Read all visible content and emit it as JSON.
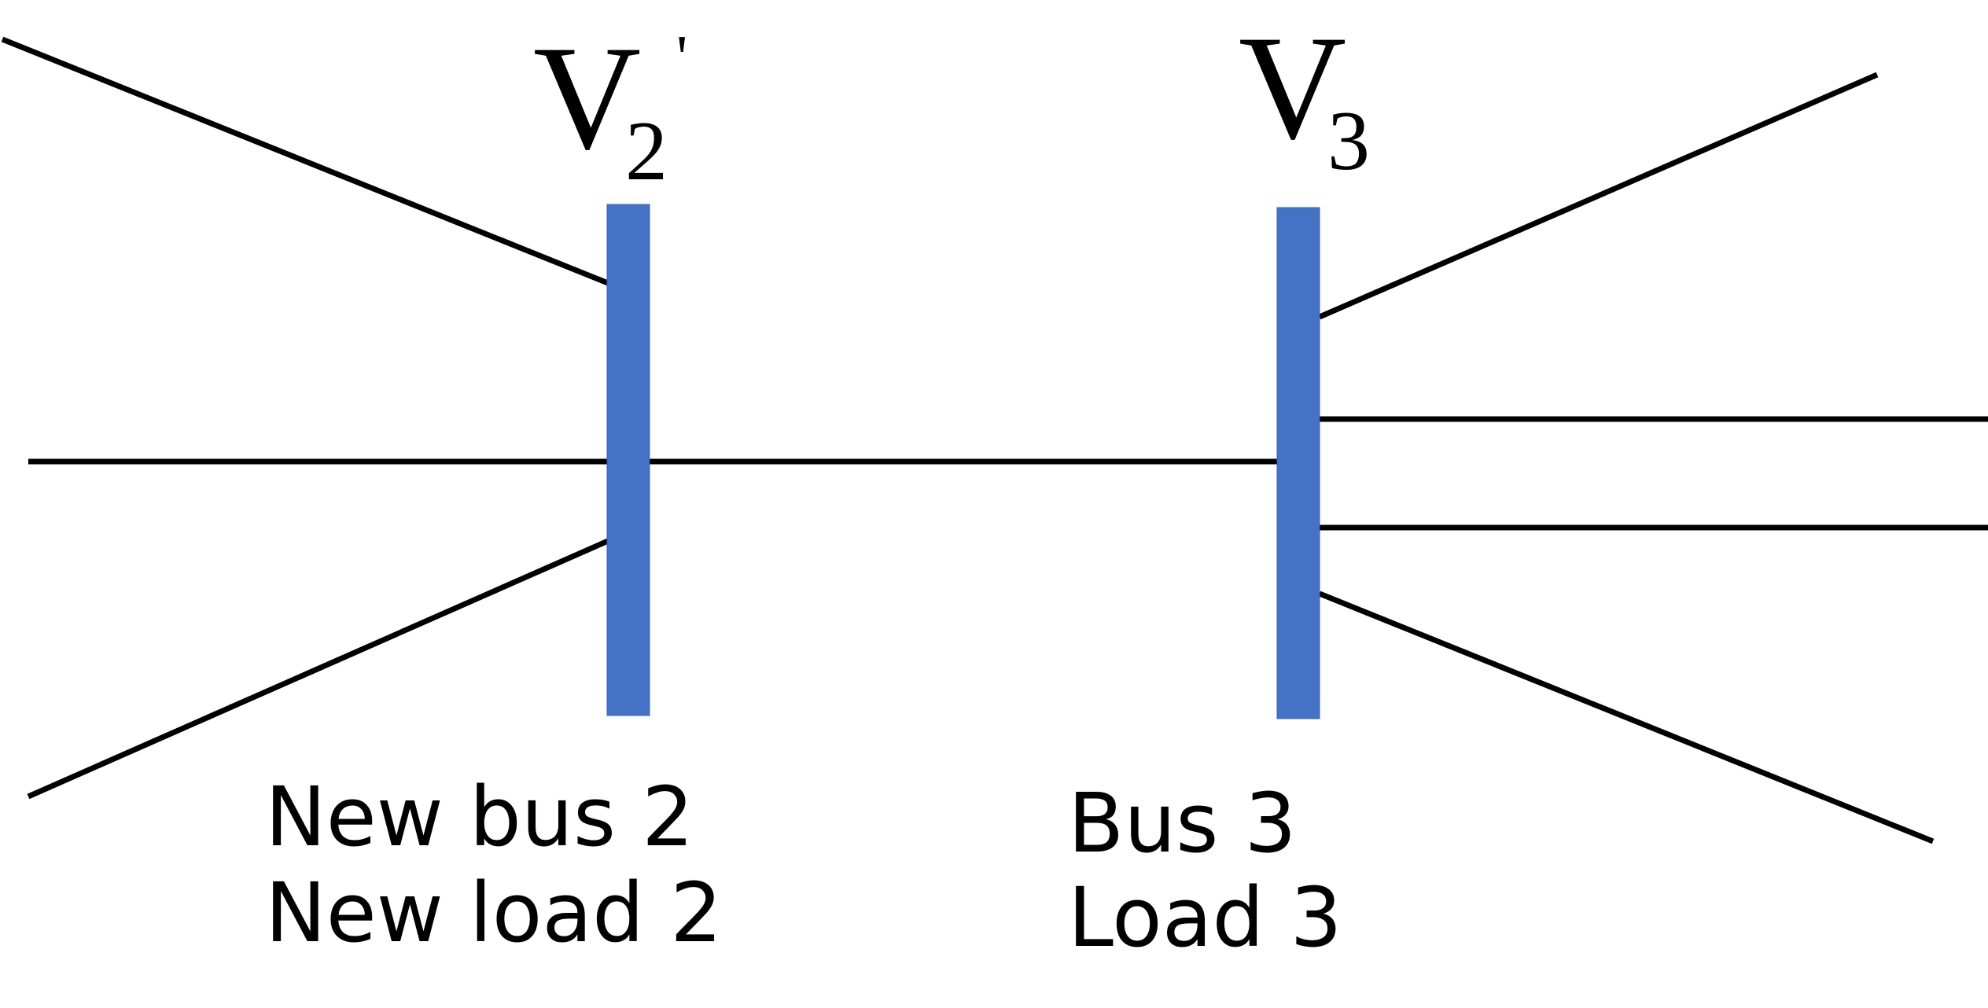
{
  "buses": [
    {
      "id": "bus-2",
      "voltage_symbol": "V",
      "voltage_subscript": "2",
      "voltage_prime": "'",
      "caption_lines": [
        "New bus 2",
        "New load 2"
      ],
      "color": "#4472c4"
    },
    {
      "id": "bus-3",
      "voltage_symbol": "V",
      "voltage_subscript": "3",
      "voltage_prime": "",
      "caption_lines": [
        "Bus 3",
        "Load 3"
      ],
      "color": "#4472c4"
    }
  ],
  "line_color": "#000000"
}
